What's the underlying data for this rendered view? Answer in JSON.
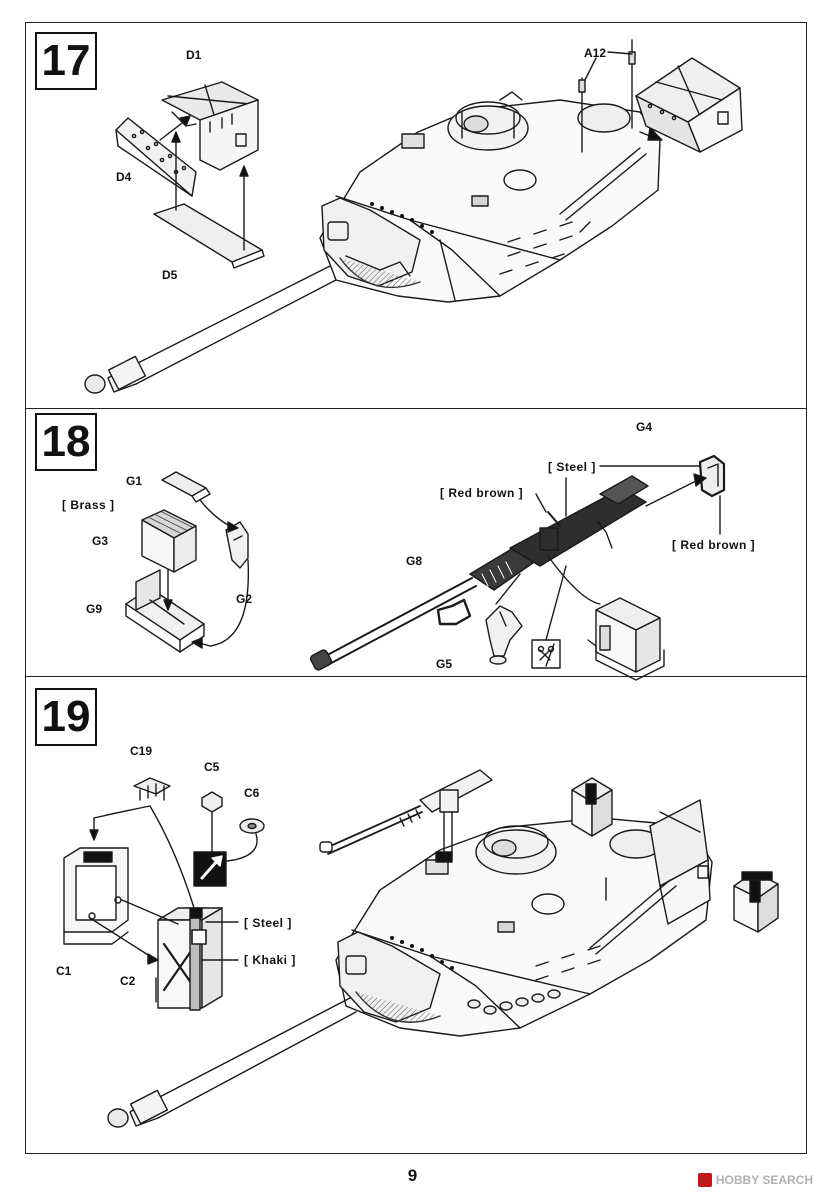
{
  "page": {
    "number": "9"
  },
  "watermark": {
    "text": "HOBBY SEARCH",
    "color": "#c01a1a"
  },
  "steps": [
    {
      "number": "17",
      "parts": [
        "D1",
        "D4",
        "D5",
        "A12"
      ]
    },
    {
      "number": "18",
      "parts": [
        "G1",
        "G2",
        "G3",
        "G4",
        "G5",
        "G8",
        "G9"
      ],
      "paints": [
        "[ Brass ]",
        "[ Steel ]",
        "[ Red brown ]",
        "[ Red brown ]"
      ]
    },
    {
      "number": "19",
      "parts": [
        "C19",
        "C5",
        "C6",
        "C1",
        "C2"
      ],
      "paints": [
        "[ Steel ]",
        "[ Khaki ]"
      ]
    }
  ],
  "icons": [
    "cut-not-needed-icon",
    "glue-apply-icon"
  ]
}
